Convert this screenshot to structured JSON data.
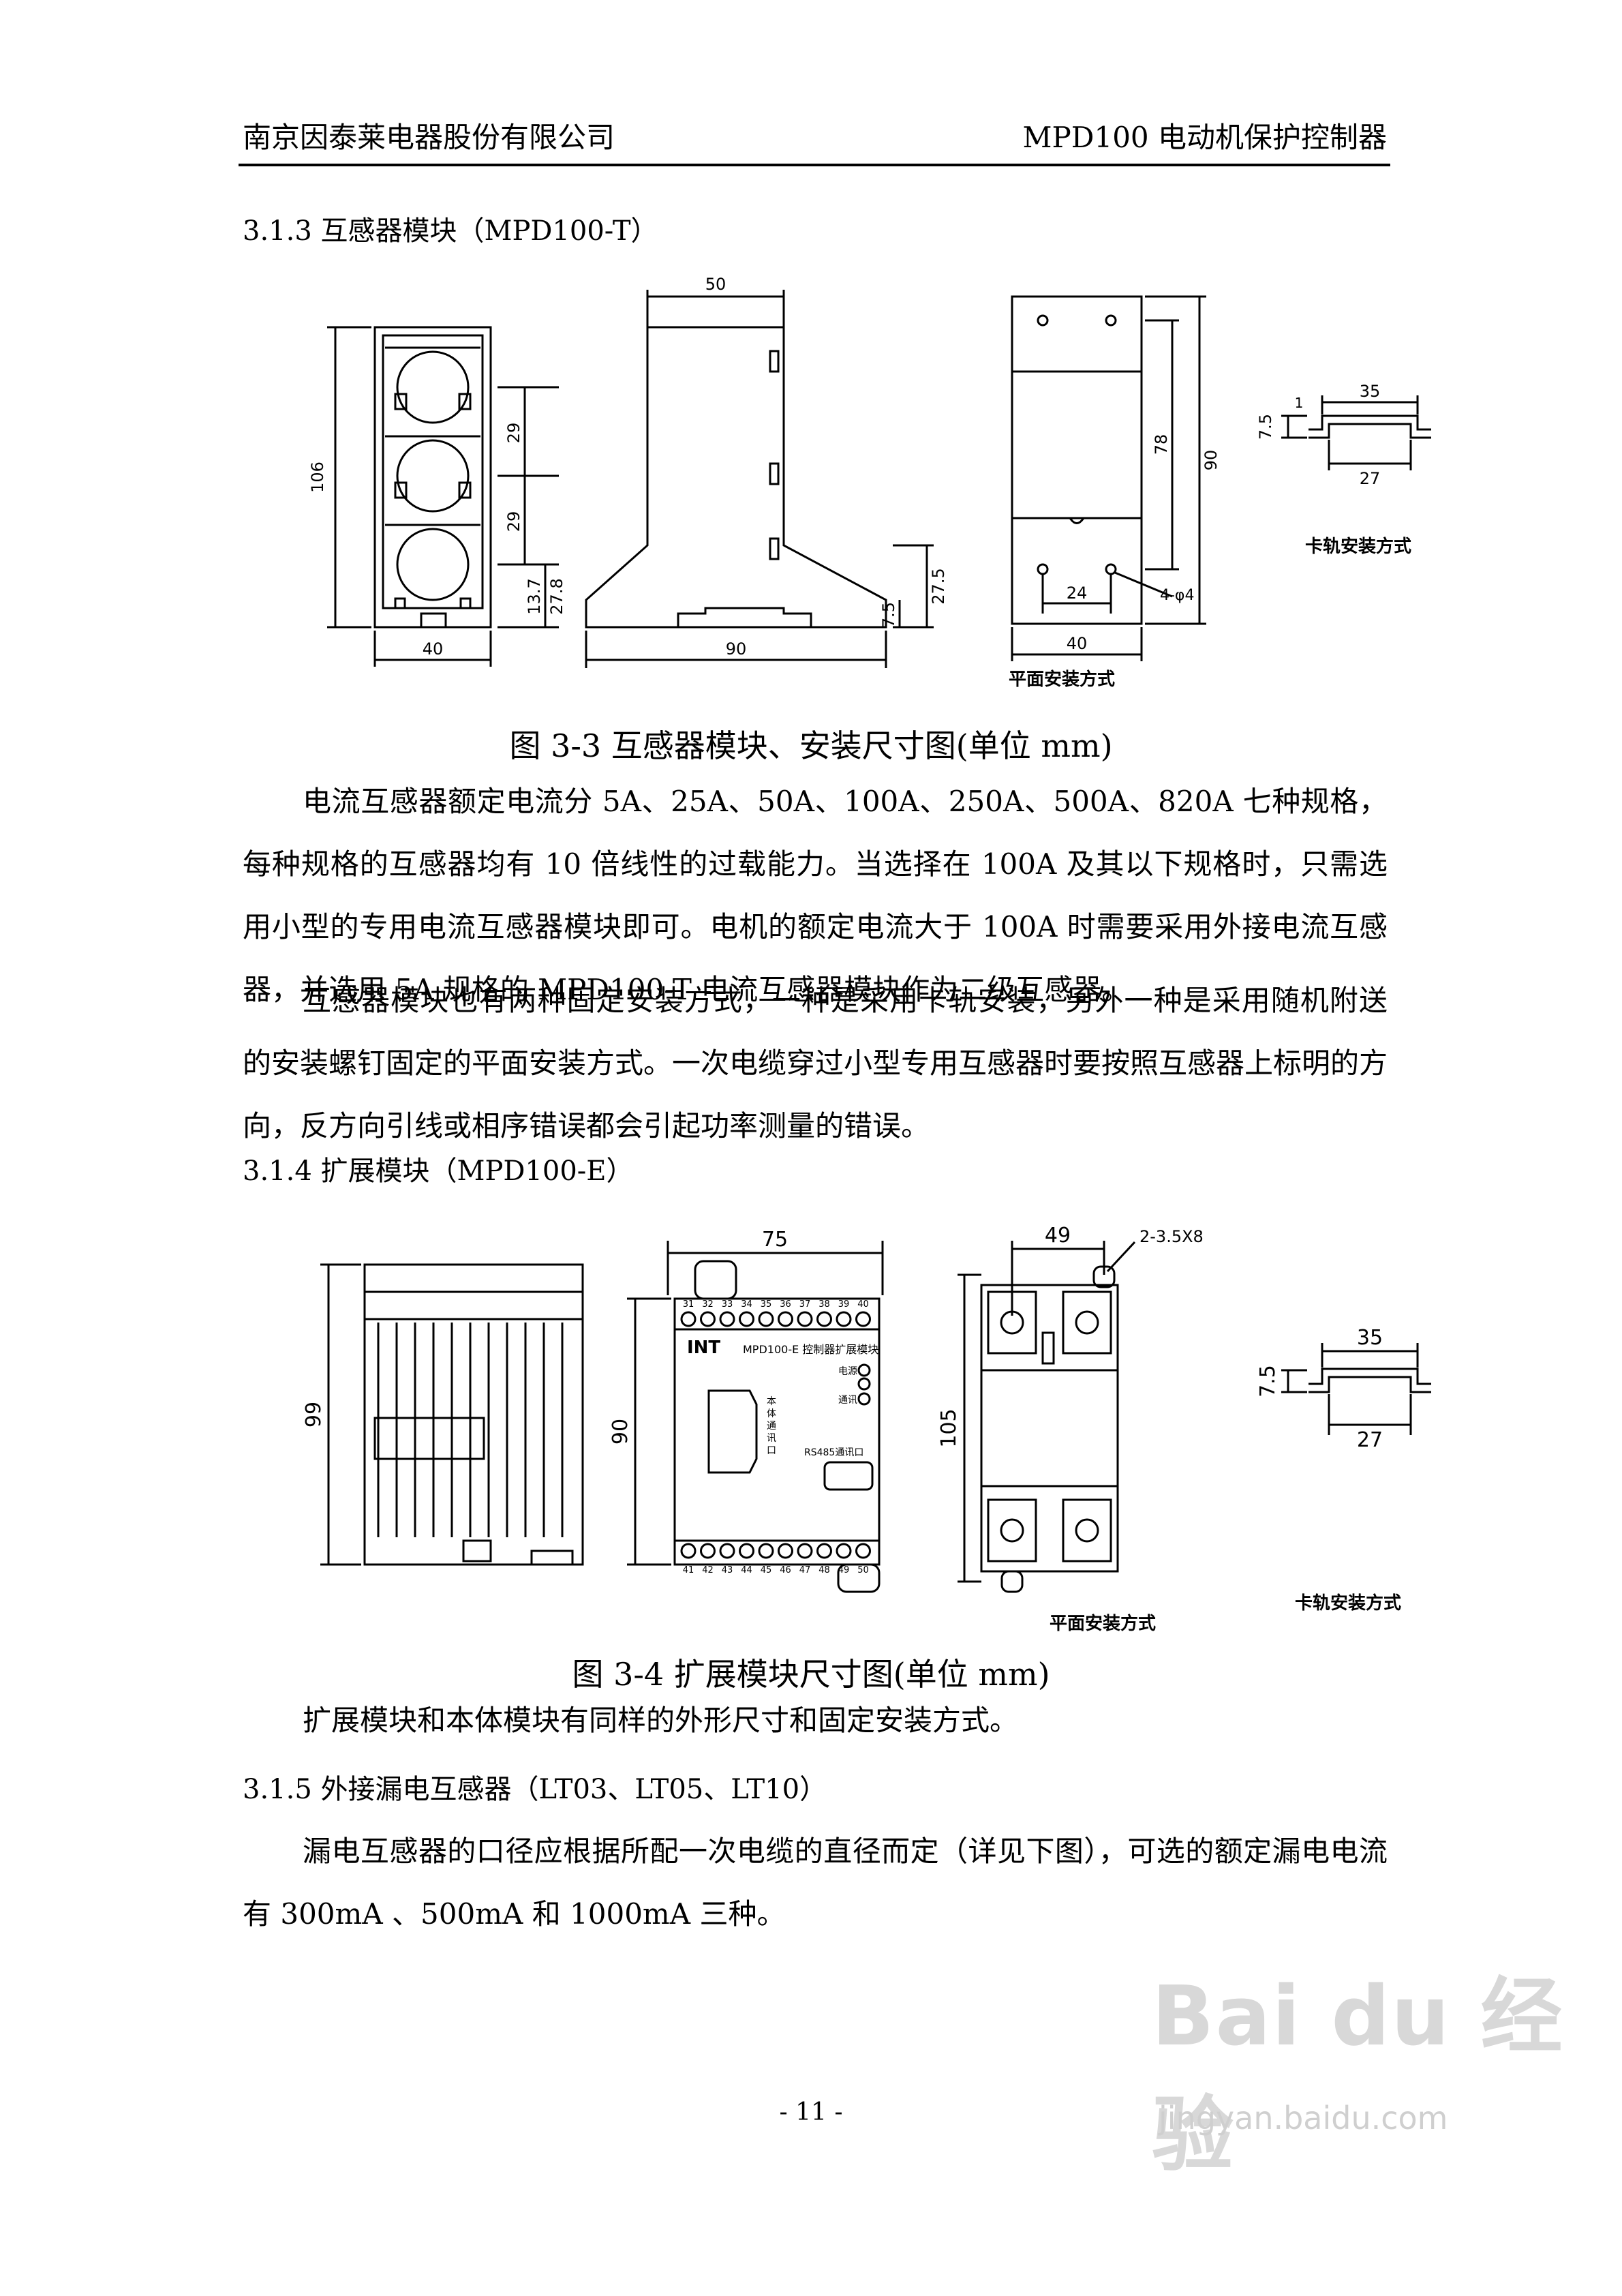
{
  "header": {
    "company": "南京因泰莱电器股份有限公司",
    "product": "MPD100 电动机保护控制器"
  },
  "sections": {
    "s313": "3.1.3  互感器模块（MPD100-T）",
    "s314": "3.1.4  扩展模块（MPD100-E）",
    "s315": "3.1.5  外接漏电互感器（LT03、LT05、LT10）"
  },
  "fig33": {
    "caption": "图 3-3 互感器模块、安装尺寸图(单位 mm)",
    "dims": {
      "w40": "40",
      "h106": "106",
      "d29a": "29",
      "d29b": "29",
      "d13_7": "13.7",
      "d27_8": "27.8",
      "w50": "50",
      "w90": "90",
      "d27_5": "27.5",
      "d7_5": "7.5",
      "p78": "78",
      "p90": "90",
      "p24": "24",
      "p40": "40",
      "phi": "4-φ4",
      "r35": "35",
      "r27": "27",
      "r1": "1",
      "r7_5": "7.5"
    },
    "label_flat": "平面安装方式",
    "label_rail": "卡轨安装方式"
  },
  "para1": [
    "电流互感器额定电流分 5A、25A、50A、100A、250A、500A、820A 七种规格，每种规格的互感器均有 10 倍线性的过载能力。当选择在 100A 及其以下规格时，只需选用小型的专用电流互感器模块即可。电机的额定电流大于 100A 时需要采用外接电流互感器，并选用 5A 规格的 MPD100-T 电流互感器模块作为二级互感器。"
  ],
  "para2": "互感器模块也有两种固定安装方式，一种是采用卡轨安装，另外一种是采用随机附送的安装螺钉固定的平面安装方式。一次电缆穿过小型专用互感器时要按照互感器上标明的方向，反方向引线或相序错误都会引起功率测量的错误。",
  "fig34": {
    "caption": "图 3-4 扩展模块尺寸图(单位 mm)",
    "dims": {
      "h99": "99",
      "w75": "75",
      "h90": "90",
      "w49": "49",
      "h105": "105",
      "screw": "2-3.5X8",
      "r35": "35",
      "r27": "27",
      "r7_5": "7.5"
    },
    "panel": {
      "brand": "INT",
      "title": "MPD100-E 控制器扩展模块",
      "led_power": "电源",
      "led_comm": "通讯",
      "port_local": "本\n体\n通\n讯\n口",
      "port_rs485": "RS485通讯口",
      "top_terms": [
        "31",
        "32",
        "33",
        "34",
        "35",
        "36",
        "37",
        "38",
        "39",
        "40"
      ],
      "bottom_terms": [
        "41",
        "42",
        "43",
        "44",
        "45",
        "46",
        "47",
        "48",
        "49",
        "50"
      ]
    },
    "label_flat": "平面安装方式",
    "label_rail": "卡轨安装方式"
  },
  "para3": "扩展模块和本体模块有同样的外形尺寸和固定安装方式。",
  "para4": "漏电互感器的口径应根据所配一次电缆的直径而定（详见下图），可选的额定漏电电流有 300mA 、500mA 和 1000mA 三种。",
  "page_number": "- 11 -",
  "watermark": {
    "brand": "Bai du 经验",
    "url": "jingyan.baidu.com"
  }
}
